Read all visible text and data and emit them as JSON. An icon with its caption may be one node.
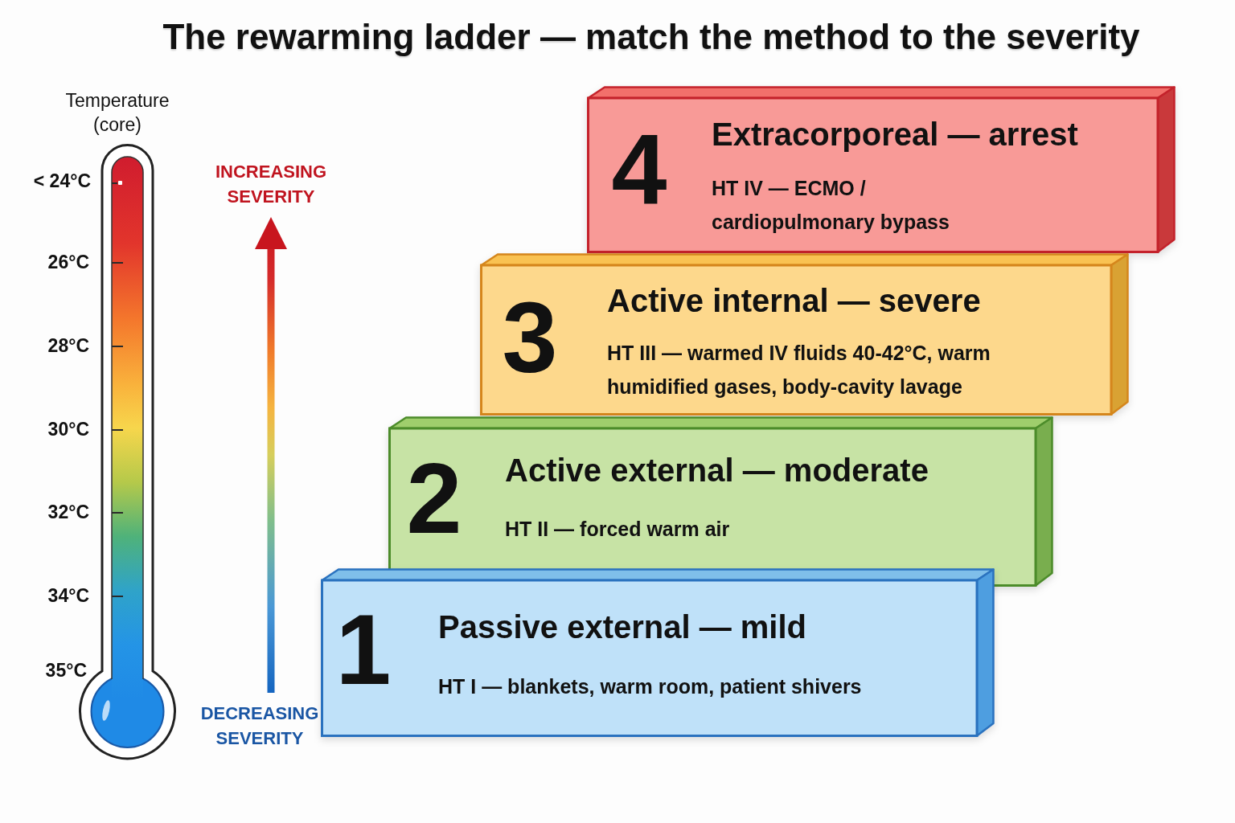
{
  "diagram": {
    "title": "The rewarming ladder — match the method to the severity",
    "nodes": [
      {
        "text": [
          "4",
          "Extracorporeal — arrest",
          "HT IV — ECMO / cardiopulmonary bypass"
        ]
      },
      {
        "text": [
          "3",
          "Active internal — severe",
          "HT III — warmed IV fluids 40-42°C, warm humidified gases, body-cavity lavage"
        ]
      },
      {
        "text": [
          "2",
          "Active external — moderate",
          "HT II — forced warm air"
        ]
      },
      {
        "text": [
          "1",
          "Passive external — mild",
          "HT I — blankets, warm room, patient shivers"
        ]
      },
      {
        "text": [
          "INCREASING SEVERITY"
        ]
      },
      {
        "text": [
          "DECREASING SEVERITY"
        ]
      }
    ],
    "edges": [
      {
        "from": 5,
        "to": 4,
        "arrow": "to"
      }
    ],
    "labels": [
      "Temperature (core)",
      "< 24°C",
      "26°C",
      "28°C",
      "30°C",
      "32°C",
      "34°C",
      "35°C"
    ]
  }
}
